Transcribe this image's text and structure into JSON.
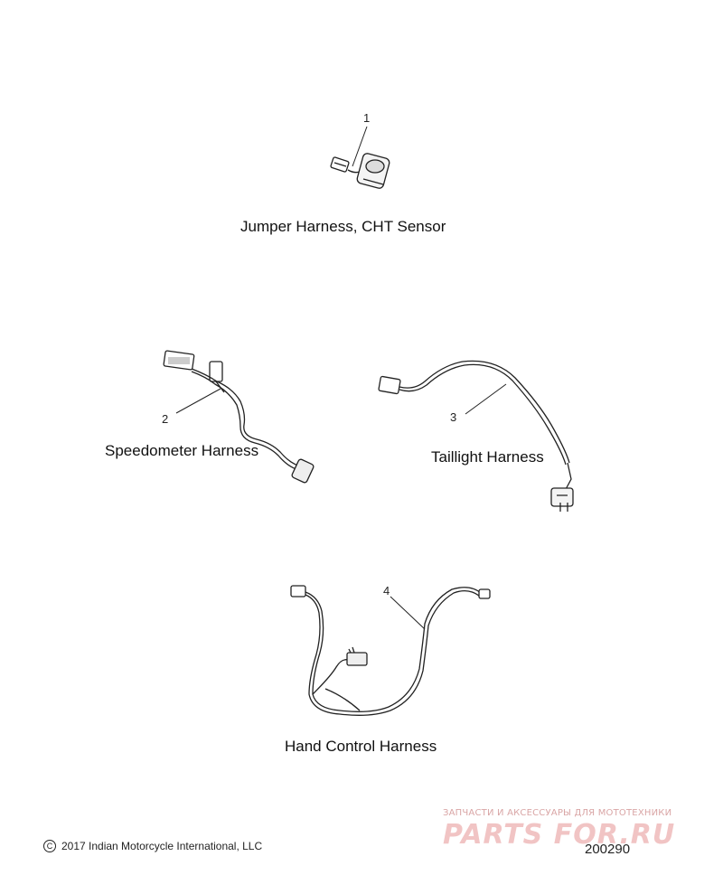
{
  "parts": [
    {
      "callout": "1",
      "caption": "Jumper Harness, CHT Sensor"
    },
    {
      "callout": "2",
      "caption": "Speedometer Harness"
    },
    {
      "callout": "3",
      "caption": "Taillight Harness"
    },
    {
      "callout": "4",
      "caption": "Hand Control Harness"
    }
  ],
  "footer": {
    "copyright_symbol": "C",
    "copyright_text": "2017 Indian Motorcycle International, LLC",
    "figure_number": "200290"
  },
  "watermark": {
    "tagline": "ЗАПЧАСТИ И АКСЕССУАРЫ ДЛЯ МОТОТЕХНИКИ",
    "logo": "PARTS FOR.RU"
  }
}
